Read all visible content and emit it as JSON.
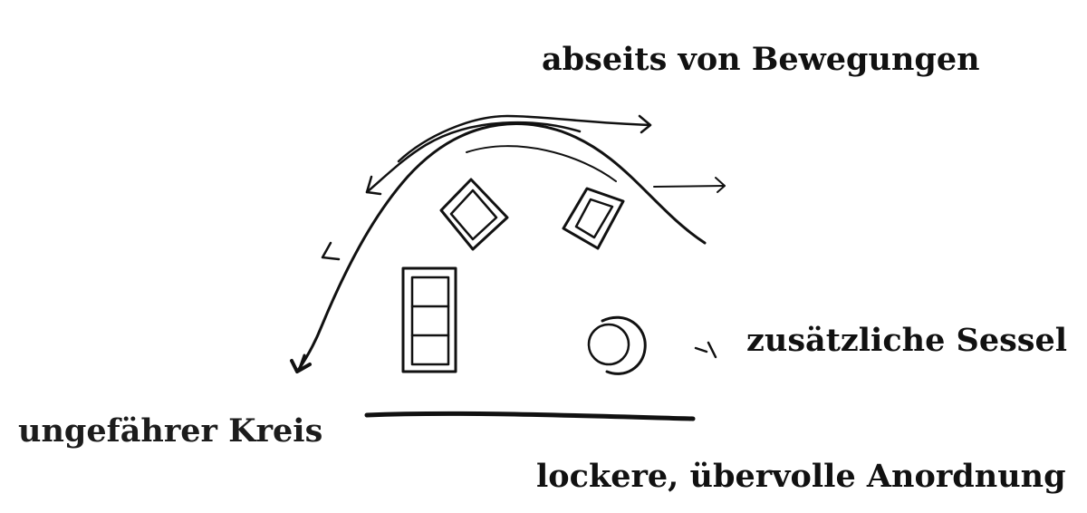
{
  "diagram": {
    "labels": {
      "top": "abseits von Bewegungen",
      "right": "zusätzliche Sessel",
      "left": "ungefährer Kreis",
      "bottom": "lockere, übervolle Anordnung"
    },
    "colors": {
      "ink": "#111111",
      "background": "#ffffff"
    }
  }
}
